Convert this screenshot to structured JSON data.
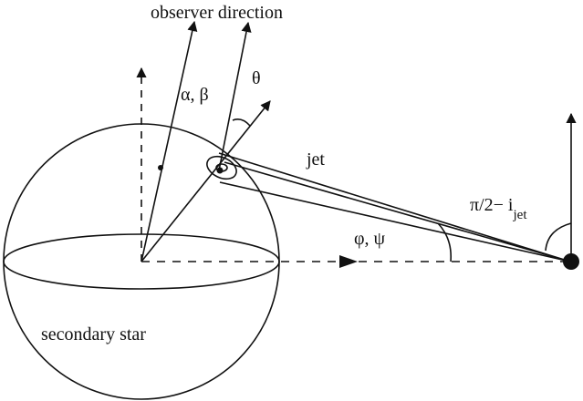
{
  "labels": {
    "observer_direction": "observer direction",
    "alpha_beta": "α, β",
    "theta": "θ",
    "jet": "jet",
    "phi_psi": "φ, ψ",
    "secondary_star": "secondary star",
    "inclination_main": "π/2− i",
    "inclination_sub": "jet"
  },
  "colors": {
    "ink": "#111111",
    "background": "#ffffff"
  }
}
